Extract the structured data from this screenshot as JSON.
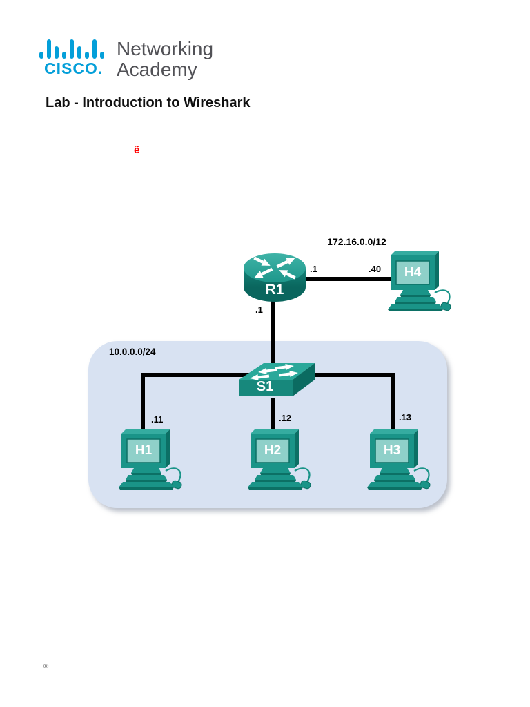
{
  "logo": {
    "brand": "CISCO.",
    "tagline_line1": "Networking",
    "tagline_line2": "Academy",
    "brand_color": "#049FD9",
    "tagline_color": "#515156"
  },
  "title": "Lab - Introduction to Wireshark",
  "stray_glyph": "ẽ",
  "stray_glyph_color": "#FF0000",
  "footer_symbol": "®",
  "topology": {
    "wan_network_label": "172.16.0.0/12",
    "lan_network_label": "10.0.0.0/24",
    "router": {
      "label": "R1",
      "wan_interface": ".1",
      "lan_interface": ".1"
    },
    "switch": {
      "label": "S1"
    },
    "hosts": [
      {
        "label": "H1",
        "interface": ".11"
      },
      {
        "label": "H2",
        "interface": ".12"
      },
      {
        "label": "H3",
        "interface": ".13"
      },
      {
        "label": "H4",
        "interface": ".40"
      }
    ],
    "colors": {
      "device_teal": "#1A9488",
      "device_teal_dark": "#0C7065",
      "device_teal_light": "#35ACA0",
      "screen_teal": "#8FD0C9",
      "lan_region_fill": "#D8E2F2",
      "link": "#000000"
    }
  }
}
